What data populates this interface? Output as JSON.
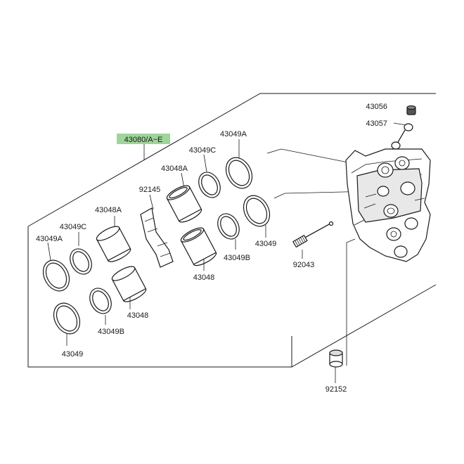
{
  "highlight_color": "#9fd49a",
  "labels": {
    "kit": "43080/A~E",
    "bleed_cap": "43056",
    "bleeder": "43057",
    "seal_a_top": "43049A",
    "seal_c_top": "43049C",
    "piston_a_top": "43048A",
    "pad_spring": "92145",
    "seal_top": "43049",
    "seal_b_top": "43049B",
    "piston_top": "43048",
    "pad_pin": "92043",
    "piston_a_left": "43048A",
    "seal_c_left": "43049C",
    "seal_a_left": "43049A",
    "piston_left": "43048",
    "seal_b_left": "43049B",
    "seal_left": "43049",
    "collar": "92152"
  }
}
